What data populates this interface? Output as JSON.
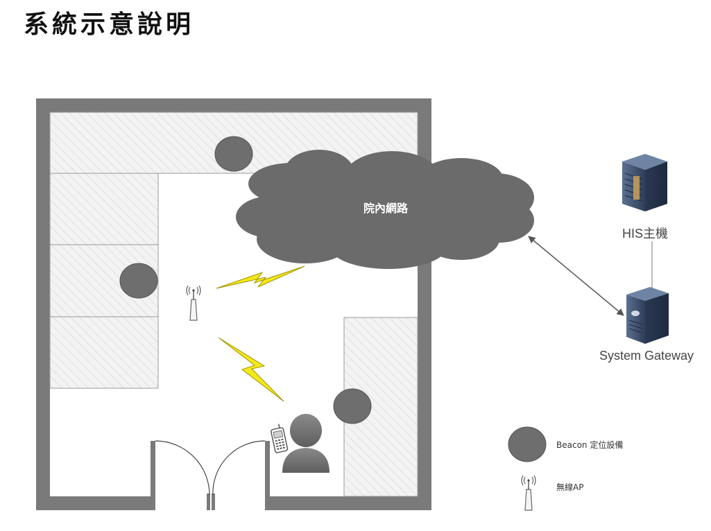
{
  "title": "系統示意說明",
  "cloud": {
    "label": "院內網路"
  },
  "nodes": {
    "his": {
      "label": "HIS主機"
    },
    "gateway": {
      "label": "System Gateway"
    }
  },
  "legend": {
    "beacon": {
      "label": "Beacon 定位設備",
      "icon": "beacon-circle"
    },
    "ap": {
      "label": "無線AP",
      "icon": "wireless-ap-icon"
    }
  },
  "colors": {
    "wall": "#7a7a7a",
    "room_fill": "#f2f2f2",
    "hatch": "#d9d9d9",
    "cloud": "#6b6b6b",
    "beacon": "#6e6e6e",
    "lightning": "#f5e81a",
    "server_body": "#34445e"
  }
}
